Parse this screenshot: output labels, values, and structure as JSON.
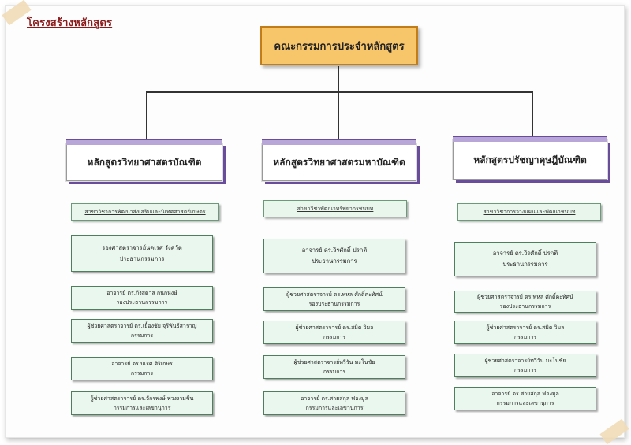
{
  "page_title": "โครงสร้างหลักสูตร",
  "top": {
    "label": "คณะกรรมการประจำหลักสูตร"
  },
  "programs": [
    {
      "title": "หลักสูตรวิทยาศาสตรบัณฑิต",
      "branch": "สาขาวิชาการพัฒนาส่งเสริมและนิเทศศาสตร์เกษตร",
      "members": [
        {
          "name": "รองศาสตราจารย์นคเรศ  รังควัต",
          "role": "ประธานกรรมการ"
        },
        {
          "name": "อาจารย์ ดร.กังสดาล  กนกหงษ์",
          "role": "รองประธานกรรมการ"
        },
        {
          "name": "ผู้ช่วยศาสตราจารย์ ดร.เยื้องชัย  จุรีพันธ์สาราญ",
          "role": "กรรมการ"
        },
        {
          "name": "อาจารย์ ดร.นเรศ  ศิริเกษร",
          "role": "กรรมการ"
        },
        {
          "name": "ผู้ช่วยศาสตราจารย์ ดร.จักรพงษ์  พวงงามชื่น",
          "role": "กรรมการและเลขานุการ"
        }
      ]
    },
    {
      "title": "หลักสูตรวิทยาศาสตรมหาบัณฑิต",
      "branch": "สาขาวิชาพัฒนาทรัพยากรชนบท",
      "members": [
        {
          "name": "อาจารย์ ดร.วิรศักดิ์  ปรกติ",
          "role": "ประธานกรรมการ"
        },
        {
          "name": "ผู้ช่วยศาสตราจารย์ ดร.พหล  ศักดิ์คะทัศน์",
          "role": "รองประธานกรรมการ"
        },
        {
          "name": "ผู้ช่วยศาสตราจารย์ ดร.สมิต  วิมล",
          "role": "กรรมการ"
        },
        {
          "name": "ผู้ช่วยศาสตราจารย์ทวีวัน  มะโนชัย",
          "role": "กรรมการ"
        },
        {
          "name": "อาจารย์ ดร.สายสกุล  ฟองมูล",
          "role": "กรรมการและเลขานุการ"
        }
      ]
    },
    {
      "title": "หลักสูตรปรัชญาดุษฎีบัณฑิต",
      "branch": "สาขาวิชาการวางแผนและพัฒนาชนบท",
      "members": [
        {
          "name": "อาจารย์ ดร.วิรศักดิ์  ปรกติ",
          "role": "ประธานกรรมการ"
        },
        {
          "name": "ผู้ช่วยศาสตราจารย์ ดร.พหล  ศักดิ์คะทัศน์",
          "role": "รองประธานกรรมการ"
        },
        {
          "name": "ผู้ช่วยศาสตราจารย์ ดร.สมิต  วิมล",
          "role": "กรรมการ"
        },
        {
          "name": "ผู้ช่วยศาสตราจารย์ทวีวัน  มะโนชัย",
          "role": "กรรมการ"
        },
        {
          "name": "อาจารย์ ดร.สายสกุล  ฟองมูล",
          "role": "กรรมการและเลขานุการ"
        }
      ]
    }
  ]
}
